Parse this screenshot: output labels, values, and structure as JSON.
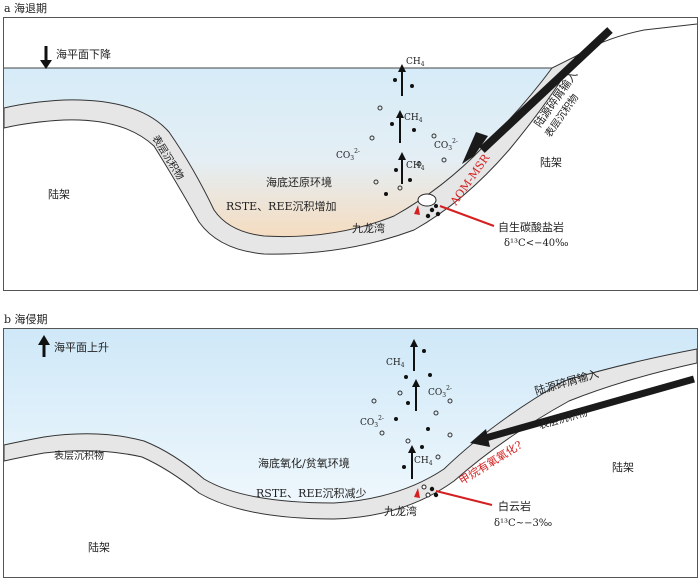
{
  "panel_a": {
    "label": "a  海退期",
    "sea_level": "海平面下降",
    "shelf_left": "陆架",
    "shelf_right": "陆架",
    "surface_sed_left": "表层沉积物",
    "surface_sed_right": "表层沉积物",
    "debris_input": "陆源碎屑输入",
    "ch4": "CH",
    "ch4_sub": "4",
    "co3": "CO",
    "co3_sub": "3",
    "co3_sup": "2-",
    "environment": "海底还原环境",
    "rste": "RSTE、REE沉积增加",
    "bay": "九龙湾",
    "process": "AOM-MSR",
    "rock": "自生碳酸盐岩",
    "isotope": "δ¹³C<−40‰"
  },
  "panel_b": {
    "label": "b  海侵期",
    "sea_level": "海平面上升",
    "shelf_left": "陆架",
    "shelf_right": "陆架",
    "surface_sed_left": "表层沉积物",
    "surface_sed_right": "表层沉积物",
    "debris_input": "陆源碎屑输入",
    "ch4": "CH",
    "ch4_sub": "4",
    "co3": "CO",
    "co3_sub": "3",
    "co3_sup": "2-",
    "environment": "海底氧化/贫氧环境",
    "rste": "RSTE、REE沉积减少",
    "bay": "九龙湾",
    "process": "甲烷有氧氧化?",
    "rock": "白云岩",
    "isotope": "δ¹³C~−3‰"
  },
  "colors": {
    "water_top_a": "#d6ecf8",
    "water_bottom_a": "#f5dfc2",
    "water_top_b": "#cfe8f8",
    "water_bottom_b": "#eaf5fc",
    "sediment": "#e6e6e6",
    "accent_red": "#d42020",
    "arrow_dark": "#222222"
  }
}
